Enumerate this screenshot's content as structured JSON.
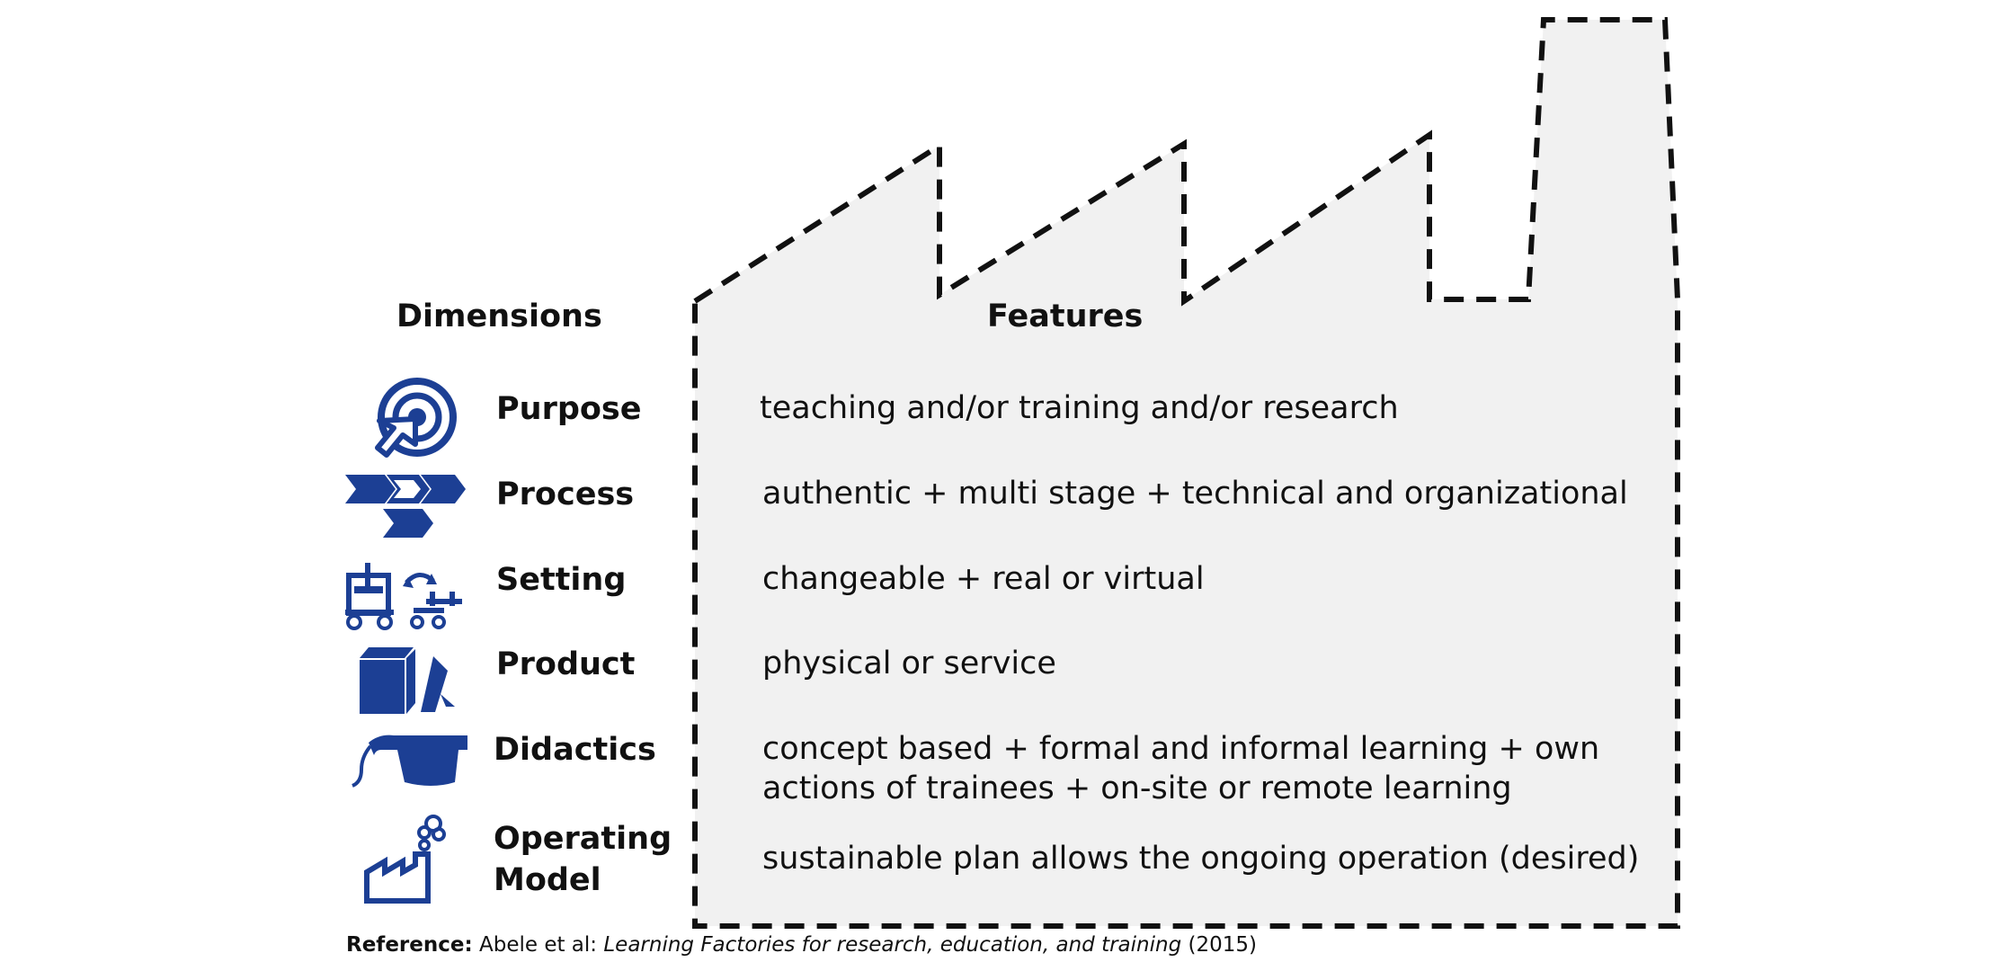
{
  "headings": {
    "dimensions": "Dimensions",
    "features": "Features"
  },
  "rows": [
    {
      "dimension": "Purpose",
      "icon": "target-cursor-icon",
      "feature_lines": [
        "teaching and/or training and/or research"
      ]
    },
    {
      "dimension": "Process",
      "icon": "process-chevrons-icon",
      "feature_lines": [
        "authentic +  multi stage + technical and organizational"
      ]
    },
    {
      "dimension": "Setting",
      "icon": "machine-layout-icon",
      "feature_lines": [
        "changeable + real or virtual"
      ]
    },
    {
      "dimension": "Product",
      "icon": "box-and-service-icon",
      "feature_lines": [
        "physical or service"
      ]
    },
    {
      "dimension": "Didactics",
      "icon": "graduation-cap-icon",
      "feature_lines": [
        "concept based + formal and informal learning + own",
        "actions of trainees + on-site or remote learning"
      ]
    },
    {
      "dimension_lines": [
        "Operating",
        "Model"
      ],
      "icon": "factory-icon",
      "feature_lines": [
        "sustainable plan allows the ongoing operation (desired)"
      ]
    }
  ],
  "reference": {
    "label": "Reference:",
    "authors": "Abele et al:",
    "title": "Learning Factories for research, education, and training",
    "year": "(2015)"
  },
  "colors": {
    "icon_blue": "#1c3f94",
    "factory_fill": "#f1f1f1",
    "outline": "#111111"
  }
}
